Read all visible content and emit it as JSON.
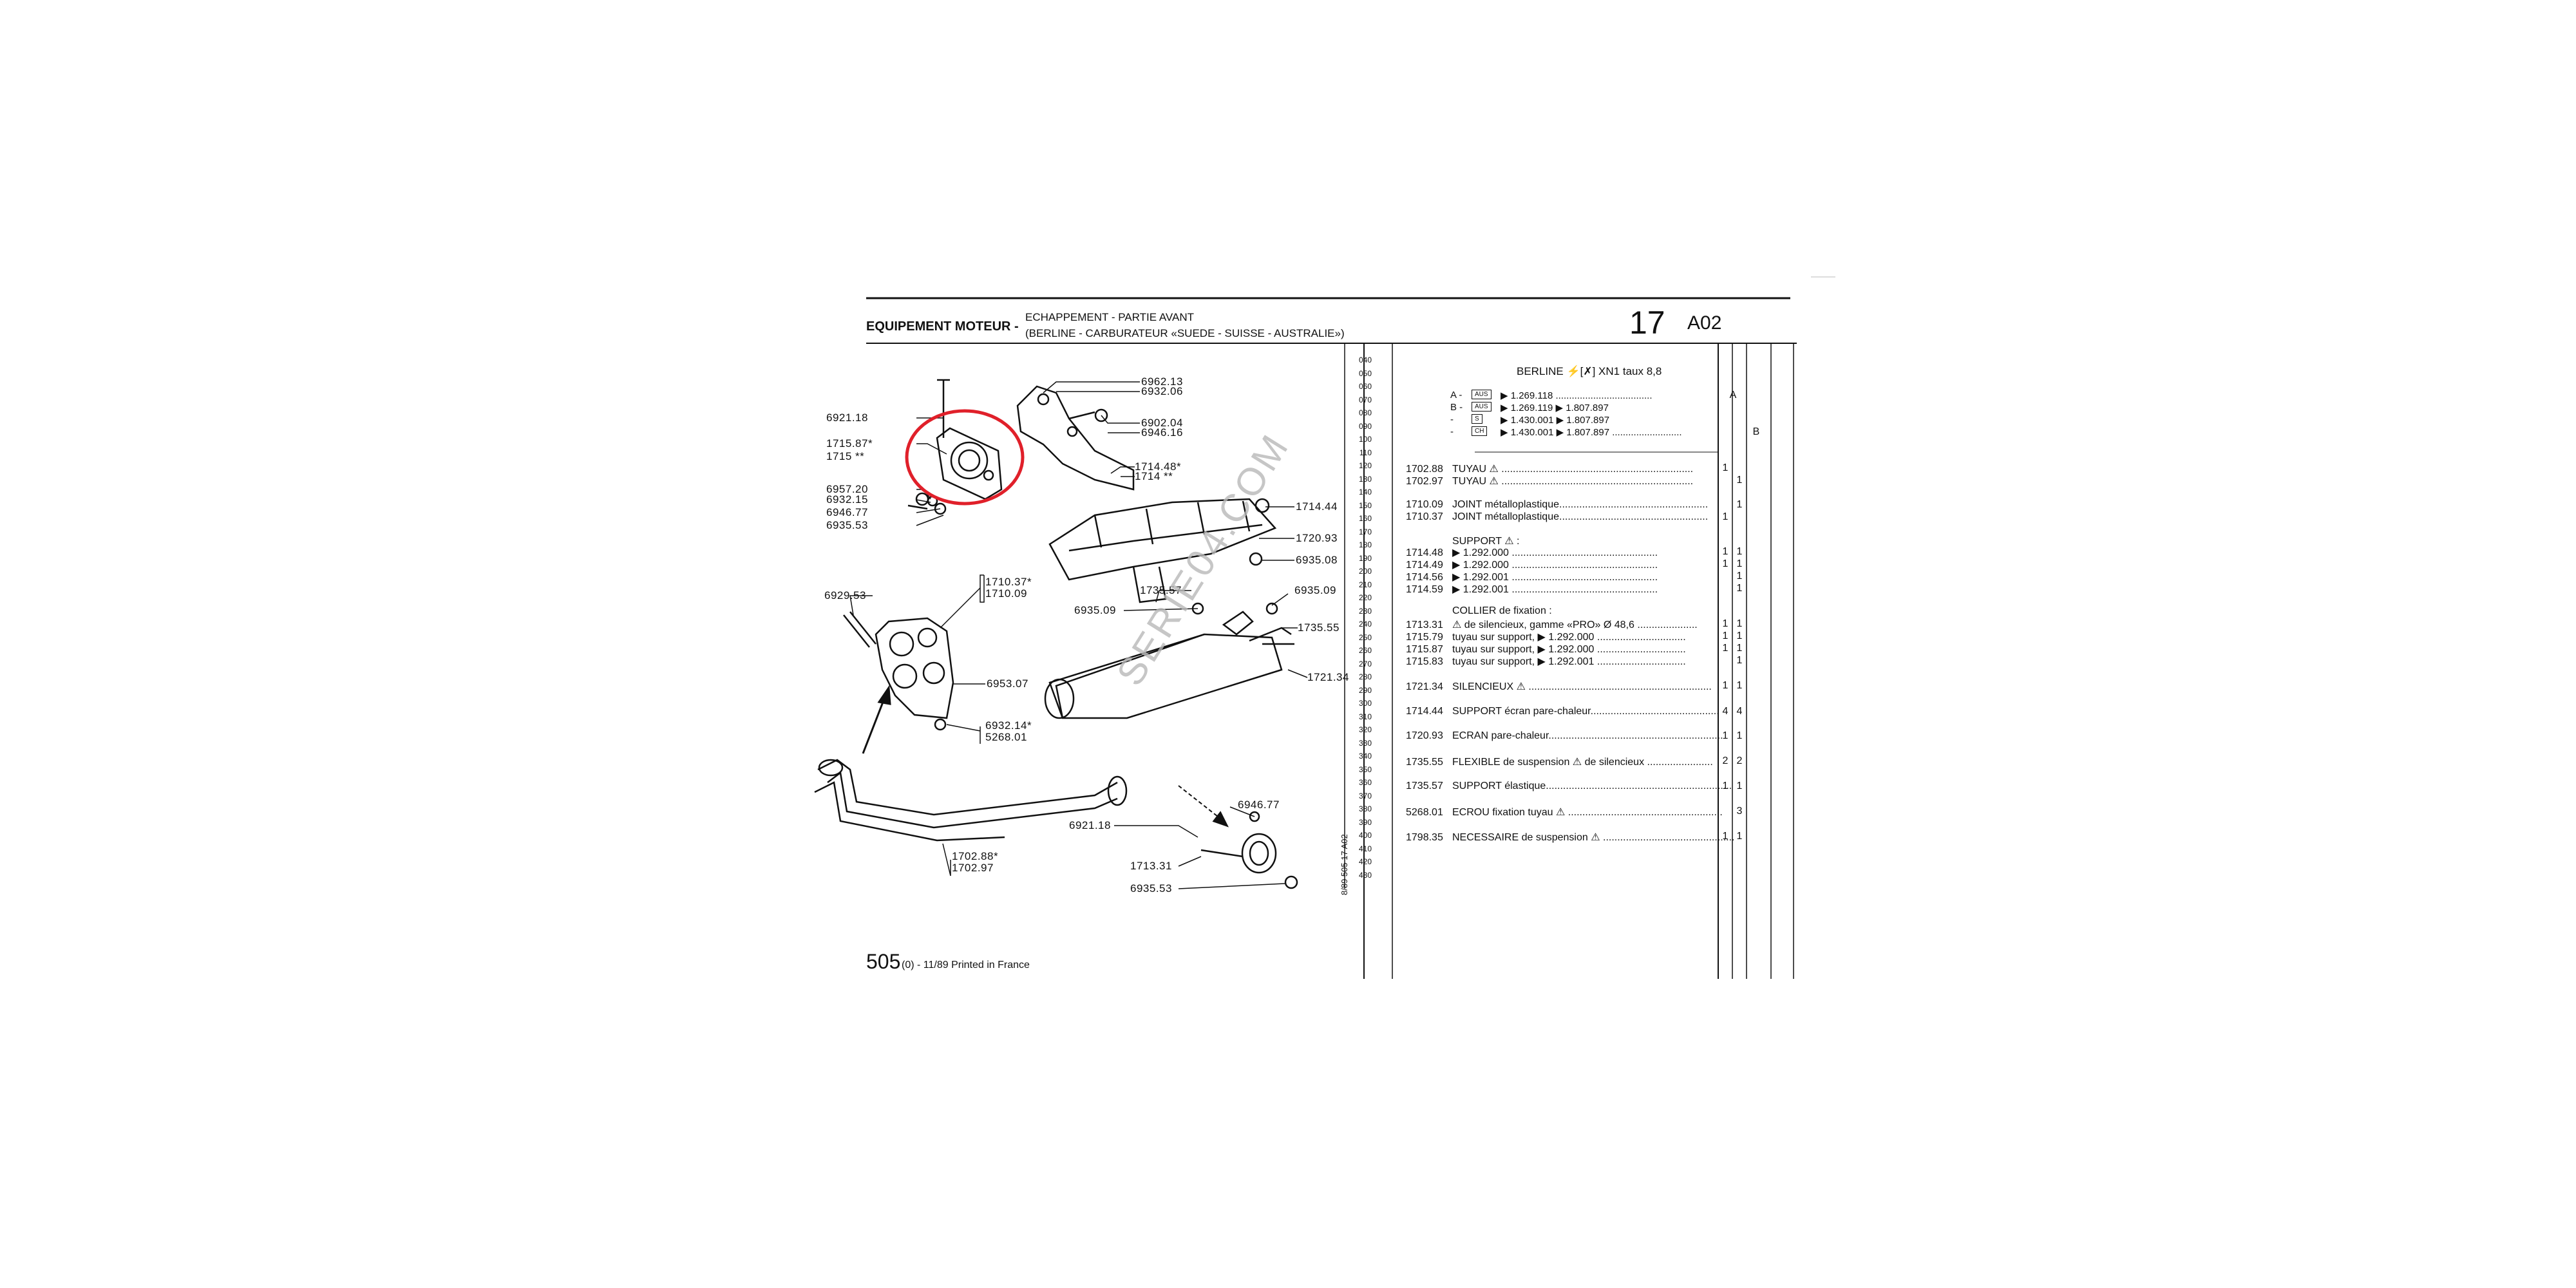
{
  "header": {
    "section": "EQUIPEMENT MOTEUR -",
    "subtitle_line1": "ECHAPPEMENT - PARTIE AVANT",
    "subtitle_line2": "(BERLINE - CARBURATEUR «SUEDE - SUISSE - AUSTRALIE»)",
    "group_number": "17",
    "page_code": "A02"
  },
  "footer": {
    "model": "505",
    "suffix": "(0) - 11/89 Printed in France",
    "side_ref": "8/89   505   17   A02"
  },
  "watermark": "SERIE04.COM",
  "scale_numbers": [
    "040",
    "050",
    "060",
    "070",
    "080",
    "090",
    "100",
    "110",
    "120",
    "130",
    "140",
    "150",
    "160",
    "170",
    "180",
    "190",
    "200",
    "210",
    "220",
    "230",
    "240",
    "250",
    "260",
    "270",
    "280",
    "290",
    "300",
    "310",
    "320",
    "330",
    "340",
    "350",
    "360",
    "370",
    "380",
    "390",
    "400",
    "410",
    "420",
    "430"
  ],
  "callouts": [
    {
      "text": "6921.18"
    },
    {
      "text": "1715.87*"
    },
    {
      "text": "1715 **"
    },
    {
      "text": "6957.20"
    },
    {
      "text": "6932.15"
    },
    {
      "text": "6946.77"
    },
    {
      "text": "6935.53"
    },
    {
      "text": "6962.13"
    },
    {
      "text": "6932.06"
    },
    {
      "text": "6902.04"
    },
    {
      "text": "6946.16"
    },
    {
      "text": "1714.48*"
    },
    {
      "text": "1714 **"
    },
    {
      "text": "1714.44"
    },
    {
      "text": "1720.93"
    },
    {
      "text": "6935.08"
    },
    {
      "text": "1735.57"
    },
    {
      "text": "6935.09"
    },
    {
      "text": "6935.09"
    },
    {
      "text": "1735.55"
    },
    {
      "text": "1721.34"
    },
    {
      "text": "6929.53"
    },
    {
      "text": "1710.37*"
    },
    {
      "text": "1710.09"
    },
    {
      "text": "6953.07"
    },
    {
      "text": "6932.14*"
    },
    {
      "text": "5268.01"
    },
    {
      "text": "6946.77"
    },
    {
      "text": "6921.18"
    },
    {
      "text": "1713.31"
    },
    {
      "text": "6935.53"
    },
    {
      "text": "1702.88*"
    },
    {
      "text": "1702.97"
    }
  ],
  "legend": {
    "title": "BERLINE ⚡[✗] XN1 taux 8,8",
    "rows": [
      {
        "prefix": "A -",
        "badge": "AUS",
        "text": "▶ 1.269.118 ....................................",
        "col": "A"
      },
      {
        "prefix": "B -",
        "badge": "AUS",
        "text": "▶ 1.269.119 ▶ 1.807.897",
        "col": ""
      },
      {
        "prefix": "-",
        "badge": "S",
        "text": "▶ 1.430.001 ▶ 1.807.897",
        "col": ""
      },
      {
        "prefix": "-",
        "badge": "CH",
        "text": "▶ 1.430.001 ▶ 1.807.897 ..........................",
        "col": "B"
      }
    ]
  },
  "parts": [
    {
      "code": "1702.88",
      "desc": "TUYAU ⚠ ...................................................................",
      "a": "1",
      "b": ""
    },
    {
      "code": "1702.97",
      "desc": "TUYAU ⚠ ...................................................................",
      "a": "",
      "b": "1"
    },
    {
      "code": "1710.09",
      "desc": "JOINT métalloplastique....................................................",
      "a": "",
      "b": "1"
    },
    {
      "code": "1710.37",
      "desc": "JOINT métalloplastique....................................................",
      "a": "1",
      "b": ""
    },
    {
      "code": "",
      "desc": "SUPPORT ⚠ :",
      "a": "",
      "b": ""
    },
    {
      "code": "1714.48",
      "desc": "▶ 1.292.000 ...................................................",
      "a": "1",
      "b": "1"
    },
    {
      "code": "1714.49",
      "desc": "▶ 1.292.000 ...................................................",
      "a": "1",
      "b": "1"
    },
    {
      "code": "1714.56",
      "desc": "▶ 1.292.001 ...................................................",
      "a": "",
      "b": "1"
    },
    {
      "code": "1714.59",
      "desc": "▶ 1.292.001 ...................................................",
      "a": "",
      "b": "1"
    },
    {
      "code": "",
      "desc": "COLLIER de fixation :",
      "a": "",
      "b": ""
    },
    {
      "code": "1713.31",
      "desc": "⚠ de silencieux, gamme «PRO» Ø 48,6 .....................",
      "a": "1",
      "b": "1"
    },
    {
      "code": "1715.79",
      "desc": "tuyau sur support, ▶ 1.292.000 ...............................",
      "a": "1",
      "b": "1"
    },
    {
      "code": "1715.87",
      "desc": "tuyau sur support, ▶ 1.292.000 ...............................",
      "a": "1",
      "b": "1"
    },
    {
      "code": "1715.83",
      "desc": "tuyau sur support, ▶ 1.292.001 ...............................",
      "a": "",
      "b": "1"
    },
    {
      "code": "1721.34",
      "desc": "SILENCIEUX ⚠ ................................................................",
      "a": "1",
      "b": "1"
    },
    {
      "code": "1714.44",
      "desc": "SUPPORT écran pare-chaleur.............................................",
      "a": "4",
      "b": "4"
    },
    {
      "code": "1720.93",
      "desc": "ECRAN pare-chaleur.............................................................",
      "a": "1",
      "b": "1"
    },
    {
      "code": "1735.55",
      "desc": "FLEXIBLE de suspension ⚠ de silencieux .......................",
      "a": "2",
      "b": "2"
    },
    {
      "code": "1735.57",
      "desc": "SUPPORT élastique.................................................................",
      "a": "1",
      "b": "1"
    },
    {
      "code": "5268.01",
      "desc": "ECROU fixation tuyau ⚠ ......................................................",
      "a": "",
      "b": "3"
    },
    {
      "code": "1798.35",
      "desc": "NECESSAIRE de suspension ⚠ ..............................................",
      "a": "1",
      "b": "1"
    }
  ],
  "colors": {
    "ink": "#111111",
    "highlight": "#e0202a",
    "watermark": "#b8b8b8"
  }
}
